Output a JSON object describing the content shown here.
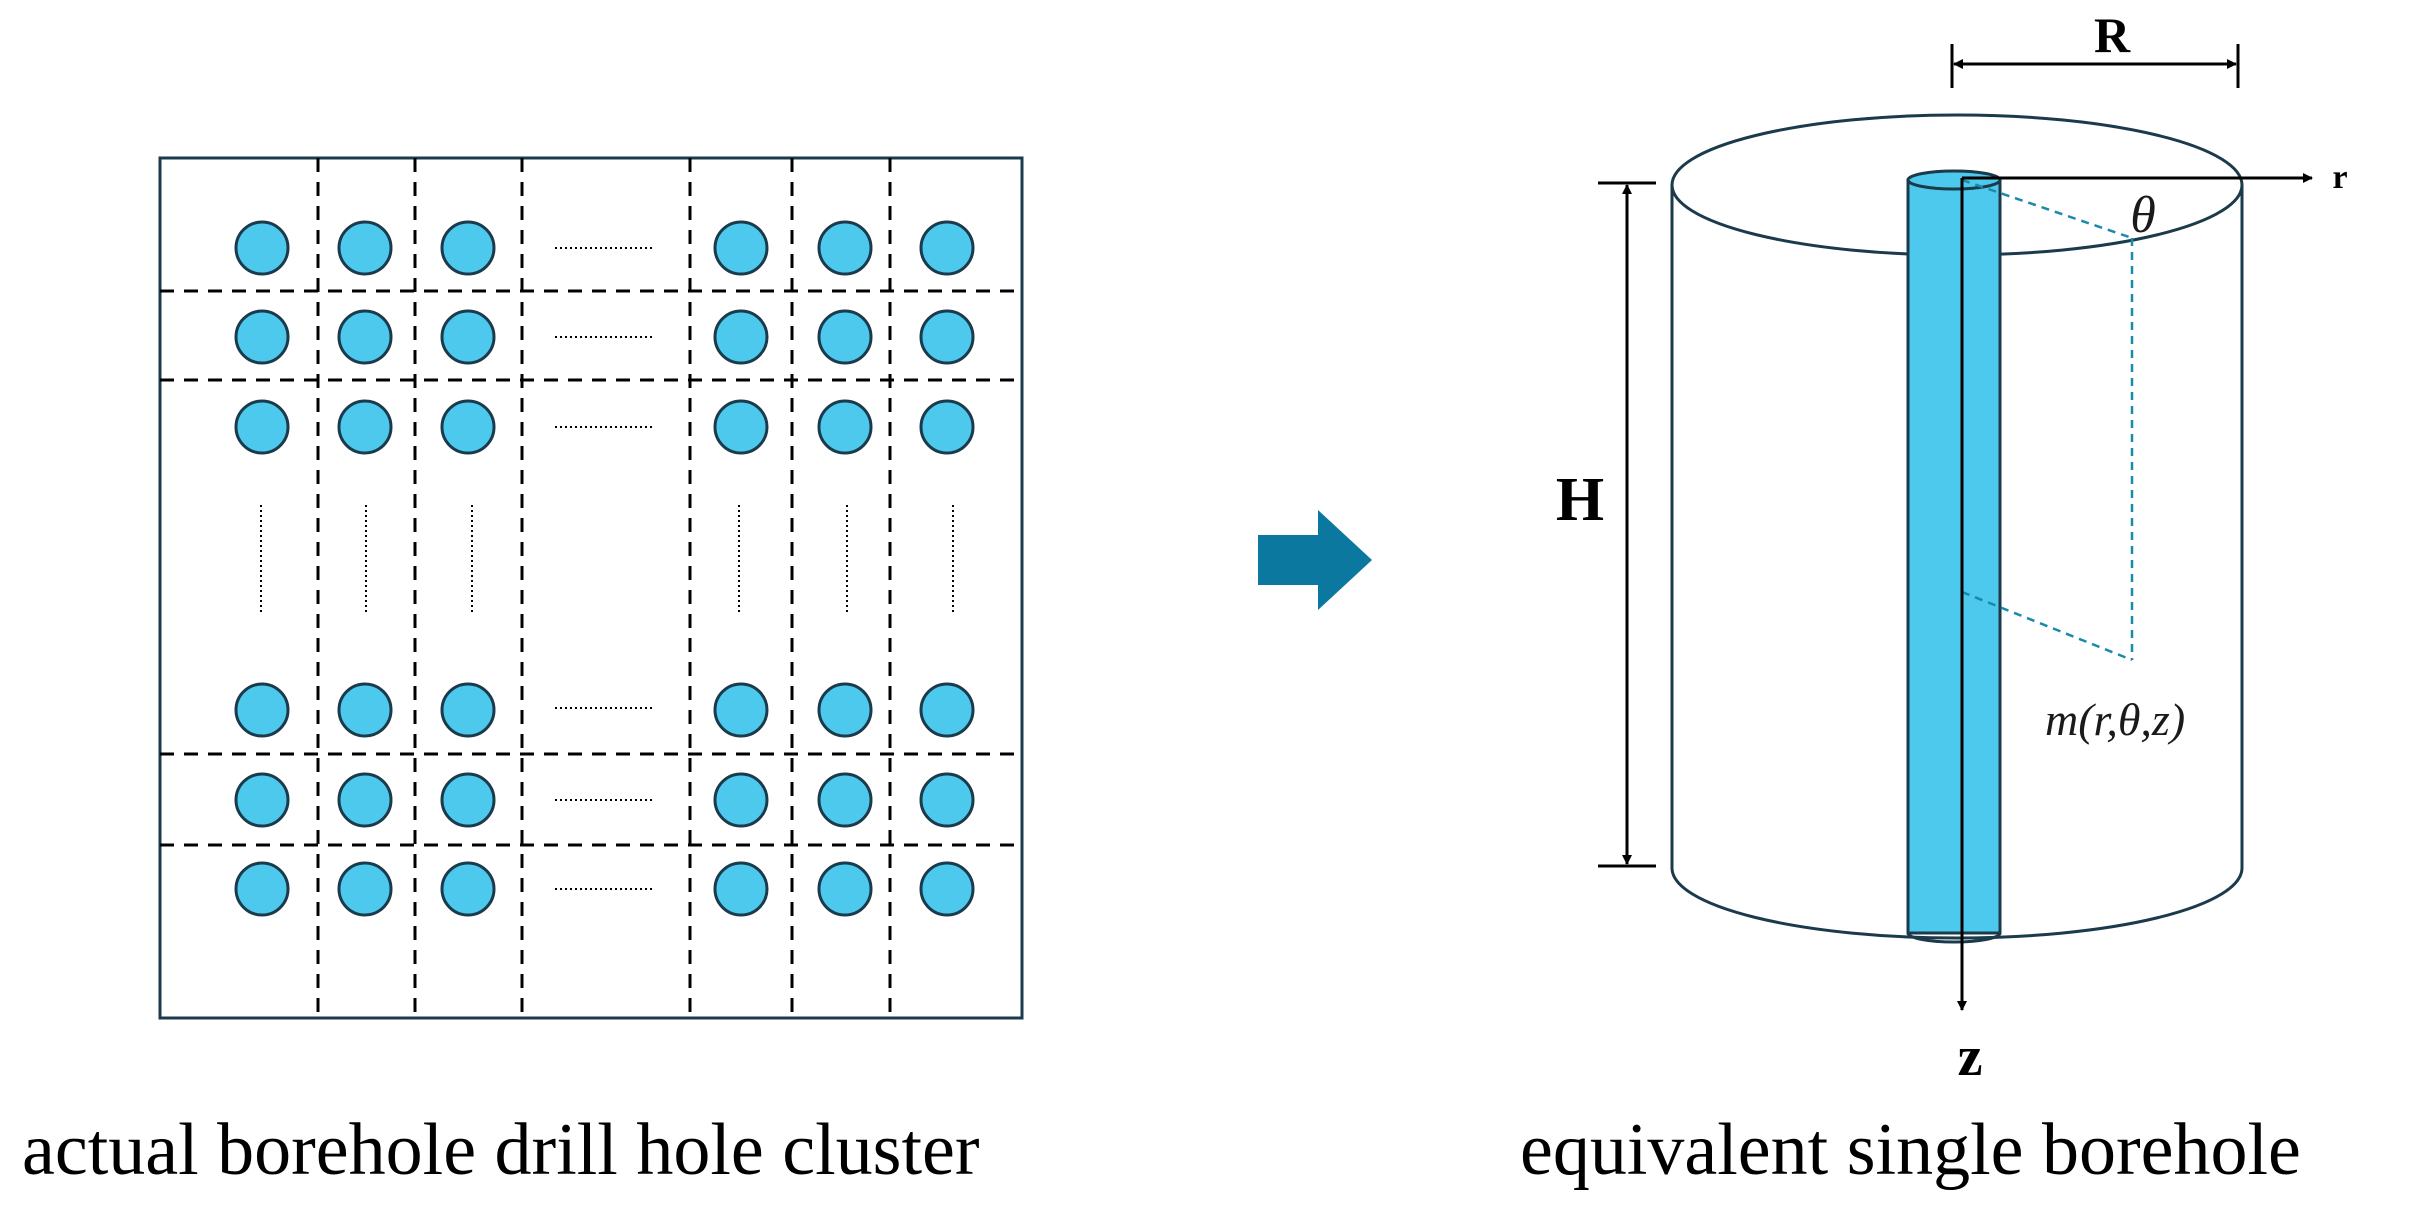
{
  "left_panel": {
    "caption": "actual borehole drill hole cluster",
    "borehole_rows_shown": 6,
    "borehole_columns_shown": 6
  },
  "transition_arrow": {
    "icon": "right-arrow-icon"
  },
  "right_panel": {
    "caption": "equivalent single borehole",
    "labels": {
      "radius": "R",
      "height": "H",
      "radial_axis": "r",
      "depth_axis": "z",
      "angle": "θ",
      "point": "m(r,θ,z)"
    }
  },
  "colors": {
    "borehole_fill": "#4cc9ec",
    "outline": "#1b3a4b",
    "arrow": "#0b78a0",
    "dashed_guide": "#1a8aa8",
    "grid_dash": "#000000"
  }
}
